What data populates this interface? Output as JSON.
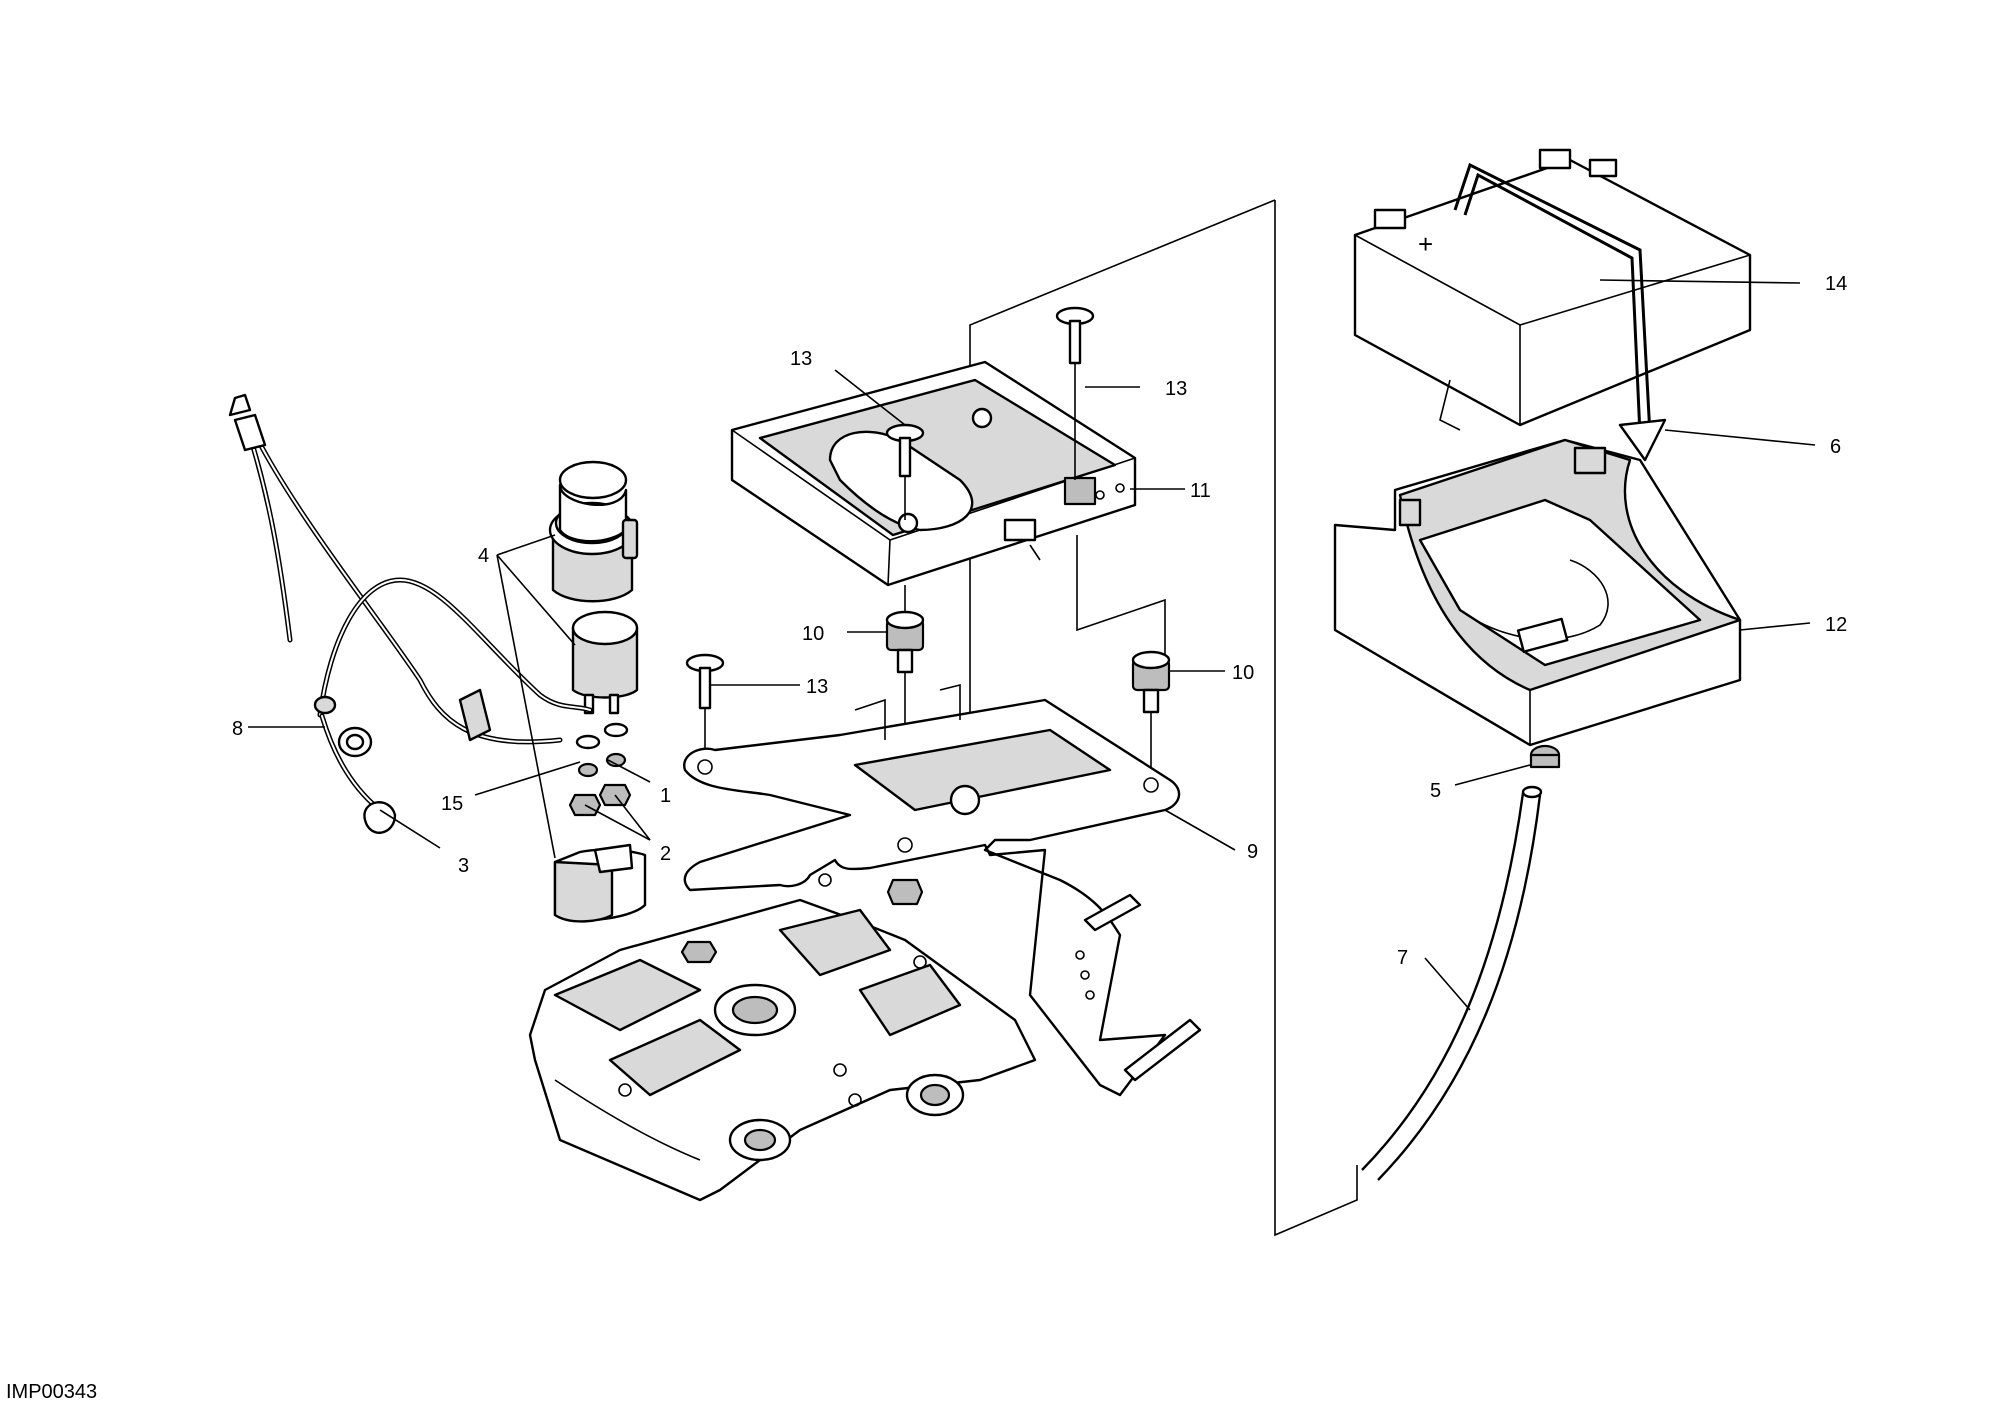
{
  "drawing_id": "IMP00343",
  "callouts": [
    {
      "label": "1"
    },
    {
      "label": "2"
    },
    {
      "label": "3"
    },
    {
      "label": "4"
    },
    {
      "label": "5"
    },
    {
      "label": "6"
    },
    {
      "label": "7"
    },
    {
      "label": "8"
    },
    {
      "label": "9"
    },
    {
      "label": "10"
    },
    {
      "label": "10"
    },
    {
      "label": "11"
    },
    {
      "label": "12"
    },
    {
      "label": "13"
    },
    {
      "label": "13"
    },
    {
      "label": "13"
    },
    {
      "label": "14"
    },
    {
      "label": "15"
    }
  ],
  "parts": [
    "battery",
    "battery-strap",
    "battery-box",
    "battery-tray",
    "battery-support-bracket",
    "rubber-spacer",
    "rubber-spacer",
    "screw",
    "screw",
    "screw",
    "drain-hose",
    "hose-clip",
    "solenoid",
    "solenoid-cap",
    "solenoid-cover",
    "ground-cable",
    "positive-cable",
    "nut",
    "washer",
    "airbox"
  ]
}
